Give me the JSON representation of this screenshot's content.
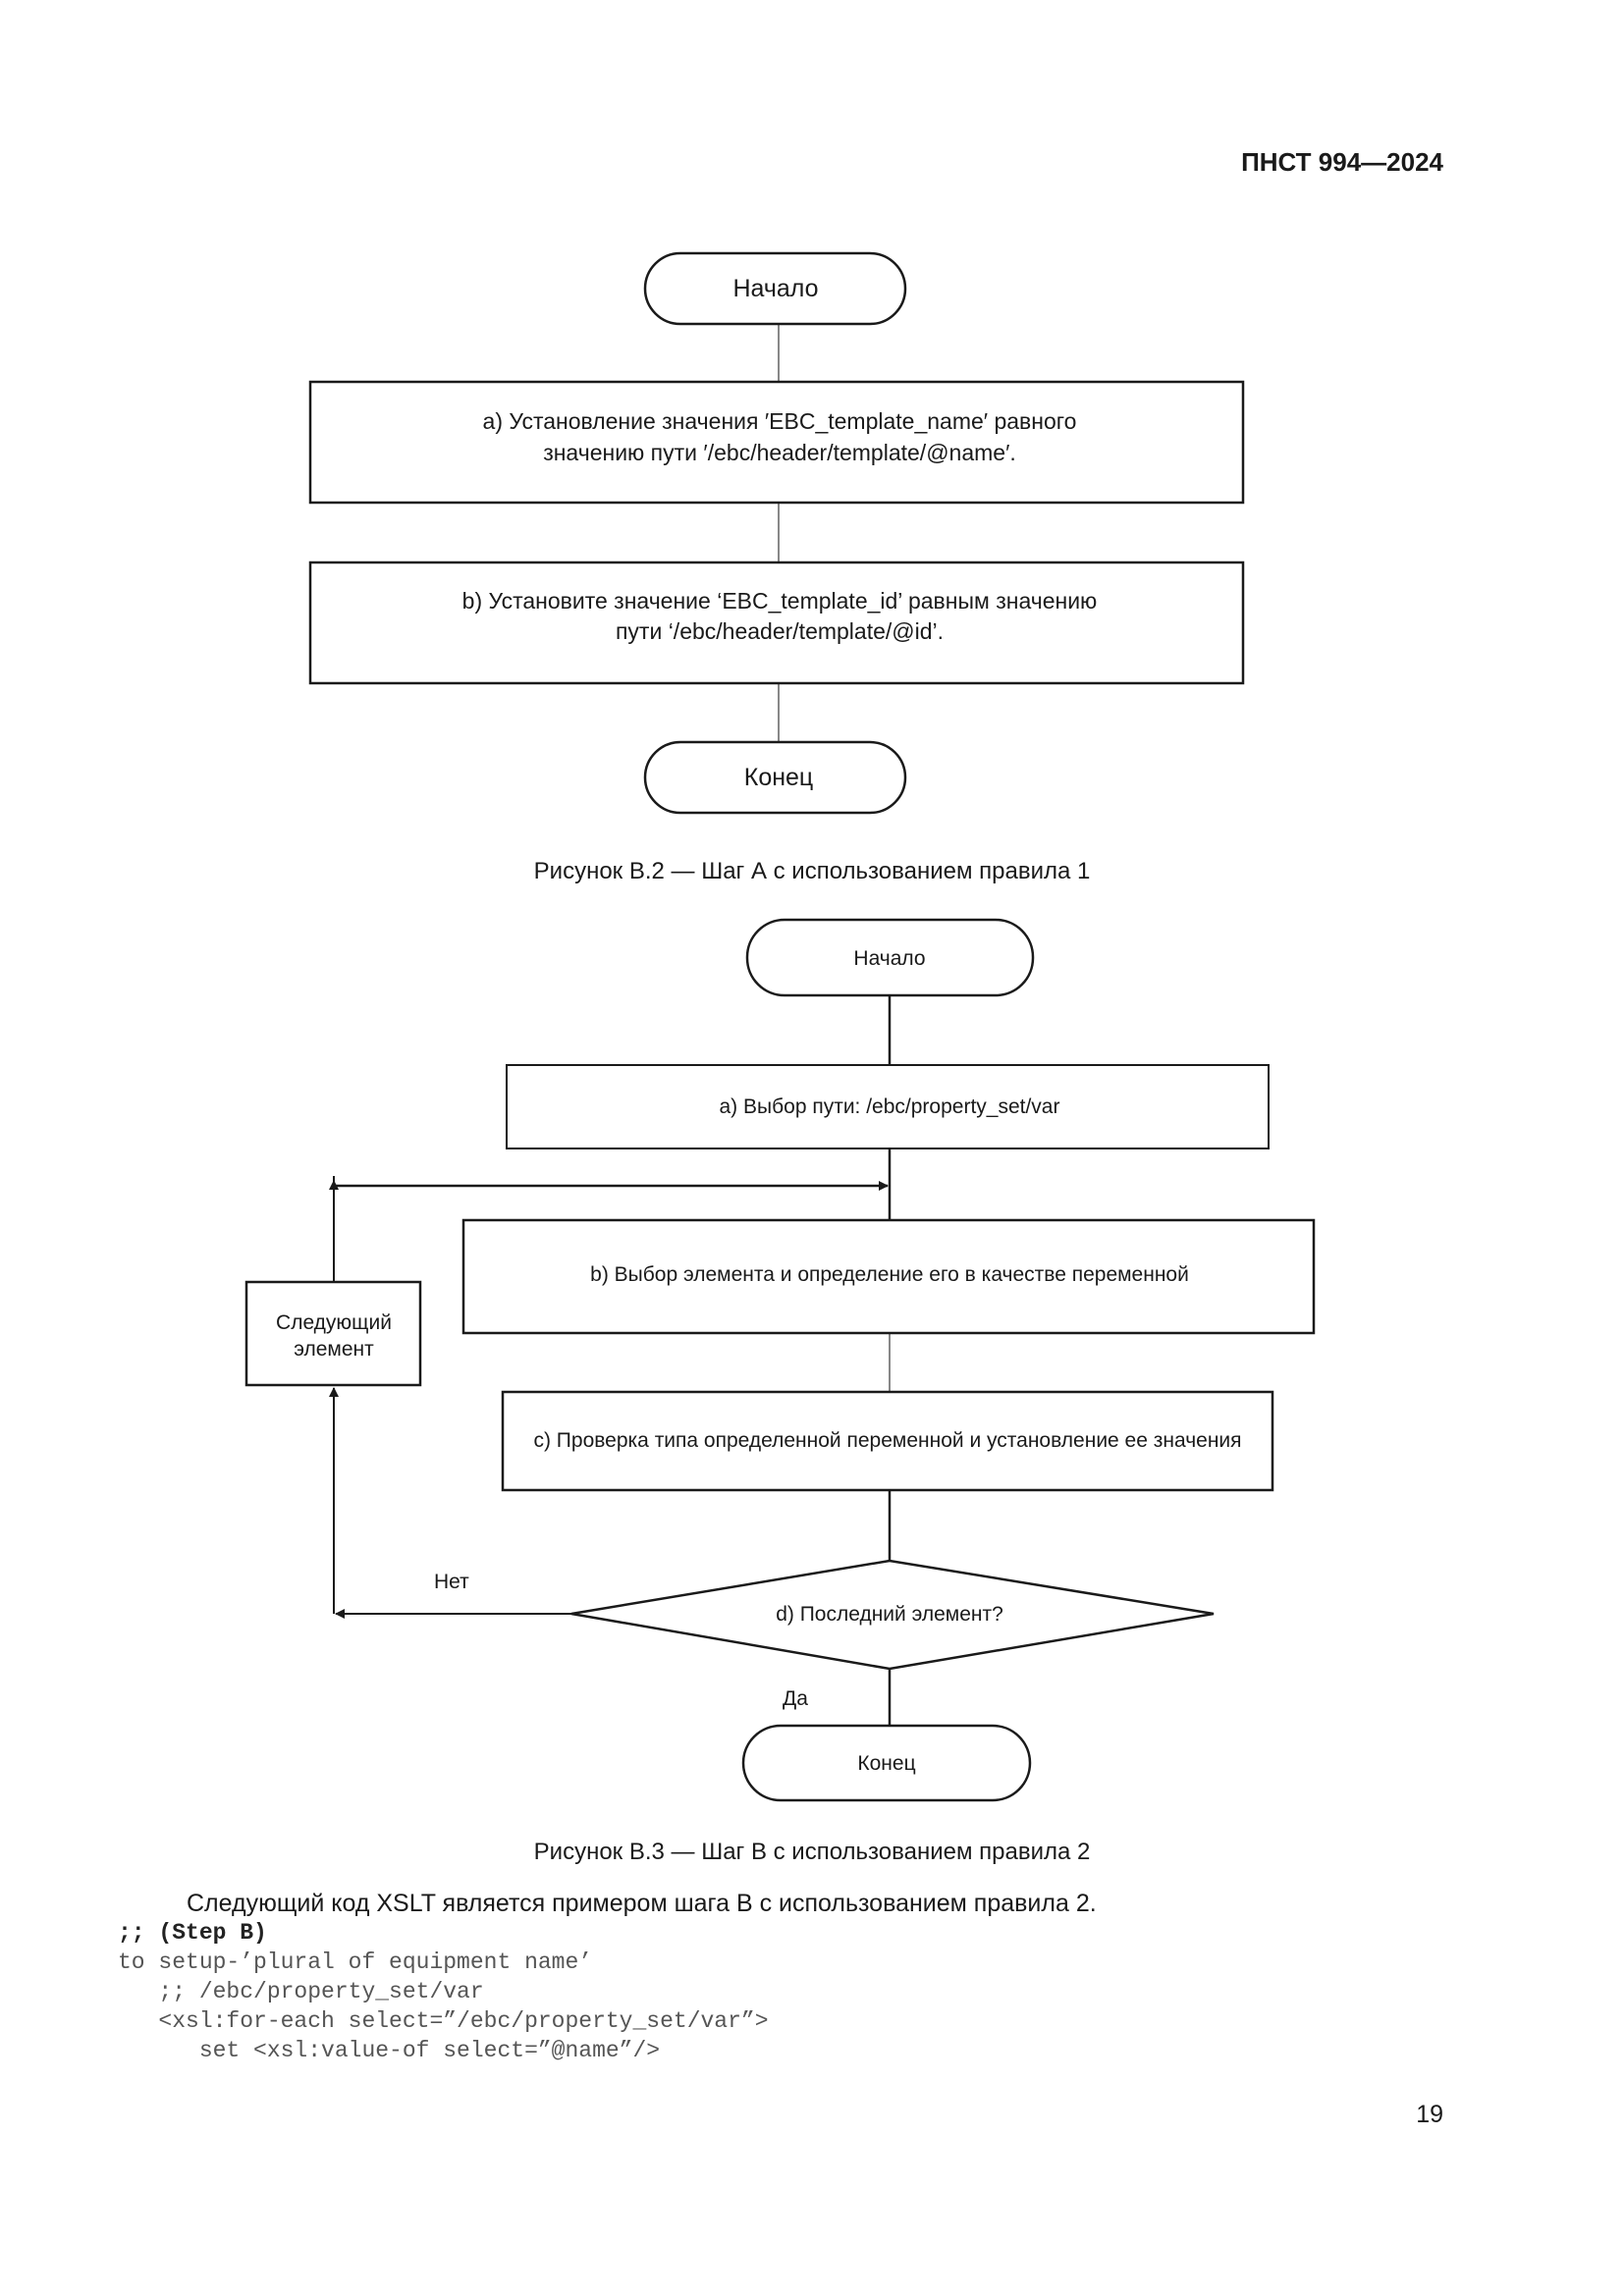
{
  "header": {
    "doc_id": "ПНСТ 994—2024"
  },
  "figure_b2": {
    "start": "Начало",
    "step_a_line1": "a) Установление значения ′EBC_template_name′ равного",
    "step_a_line2": "значению пути ′/ebc/header/template/@name′.",
    "step_b_line1": "b) Установите значение ‘EBC_template_id’ равным значению",
    "step_b_line2": "пути ‘/ebc/header/template/@id’.",
    "end": "Конец",
    "caption": "Рисунок В.2 — Шаг А с использованием правила 1"
  },
  "figure_b3": {
    "start": "Начало",
    "step_a": "a) Выбор пути: /ebc/property_set/var",
    "step_b": "b) Выбор элемента и определение его в качестве переменной",
    "step_c": "c) Проверка типа определенной переменной и установление ее значения",
    "step_d": "d) Последний элемент?",
    "next_line1": "Следующий",
    "next_line2": "элемент",
    "no_label": "Нет",
    "yes_label": "Да",
    "end": "Конец",
    "caption": "Рисунок В.3 — Шаг В с использованием правила 2"
  },
  "body_text": {
    "intro": "Следующий код XSLT является примером шага В с использованием правила 2.",
    "code": [
      ";; (Step B)",
      "to setup-’plural of equipment name’",
      "   ;; /ebc/property_set/var",
      "   <xsl:for-each select=”/ebc/property_set/var”>",
      "      set <xsl:value-of select=”@name”/>"
    ]
  },
  "page_number": "19"
}
